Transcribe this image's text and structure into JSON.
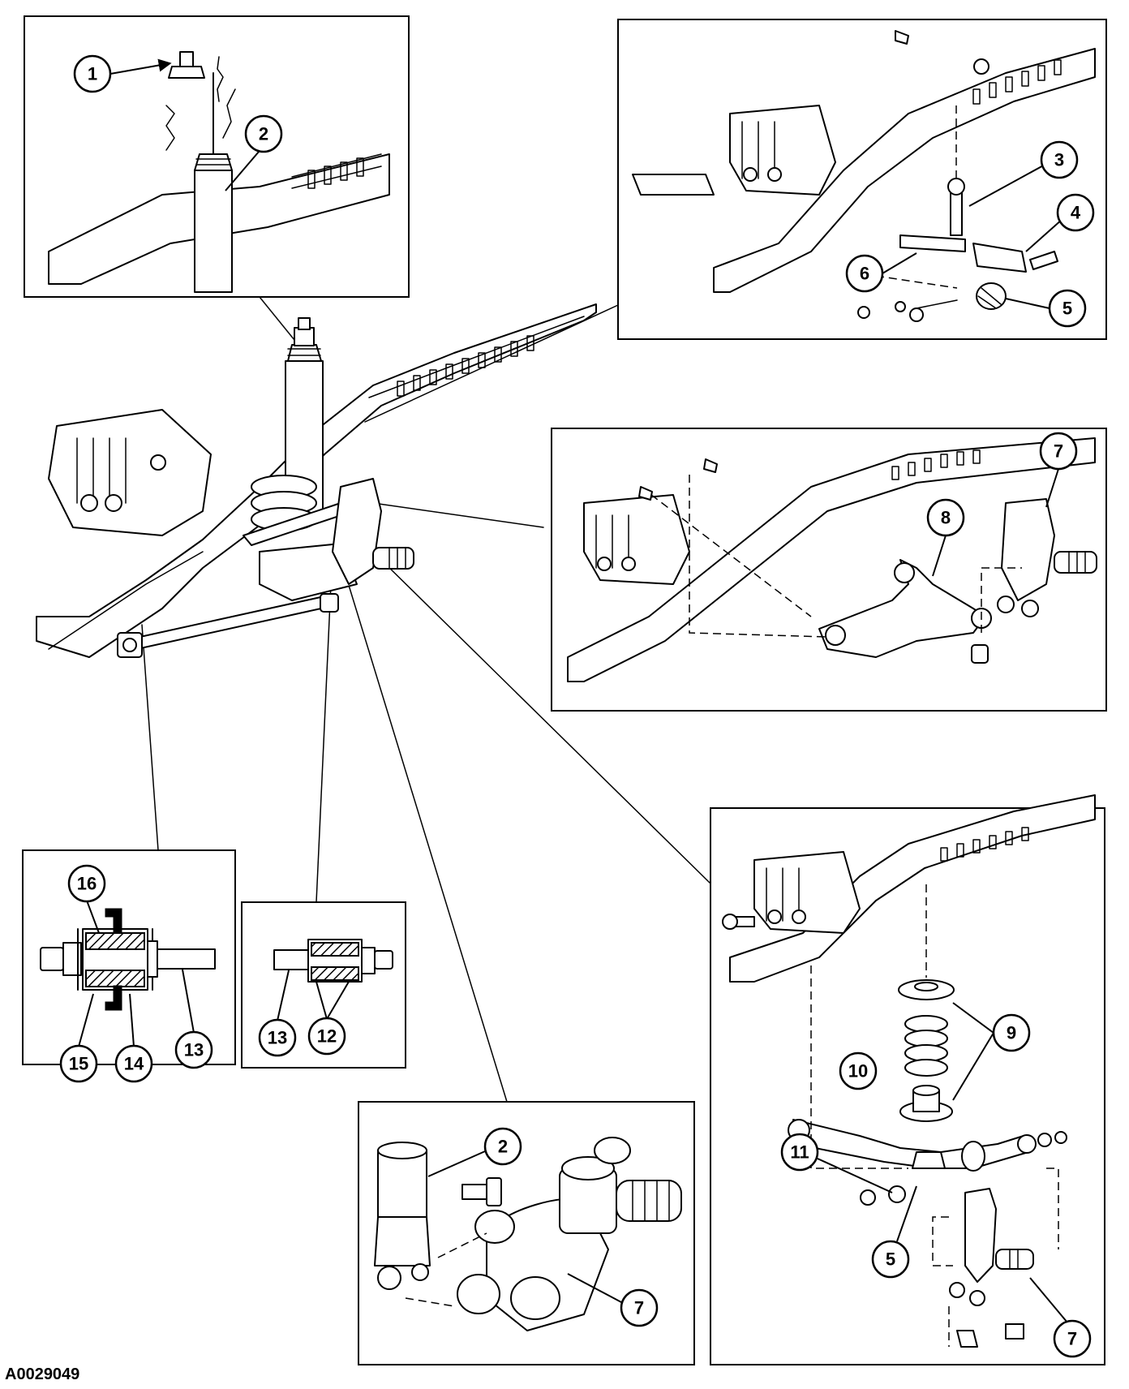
{
  "figure": {
    "id_text": "A0029049"
  },
  "callouts": {
    "c1": "1",
    "c2a": "2",
    "c3": "3",
    "c4": "4",
    "c5a": "5",
    "c6": "6",
    "c7a": "7",
    "c8": "8",
    "c16": "16",
    "c15": "15",
    "c14": "14",
    "c13a": "13",
    "c13b": "13",
    "c12": "12",
    "c2b": "2",
    "c7b": "7",
    "c9": "9",
    "c10": "10",
    "c11": "11",
    "c5b": "5",
    "c7c": "7"
  }
}
